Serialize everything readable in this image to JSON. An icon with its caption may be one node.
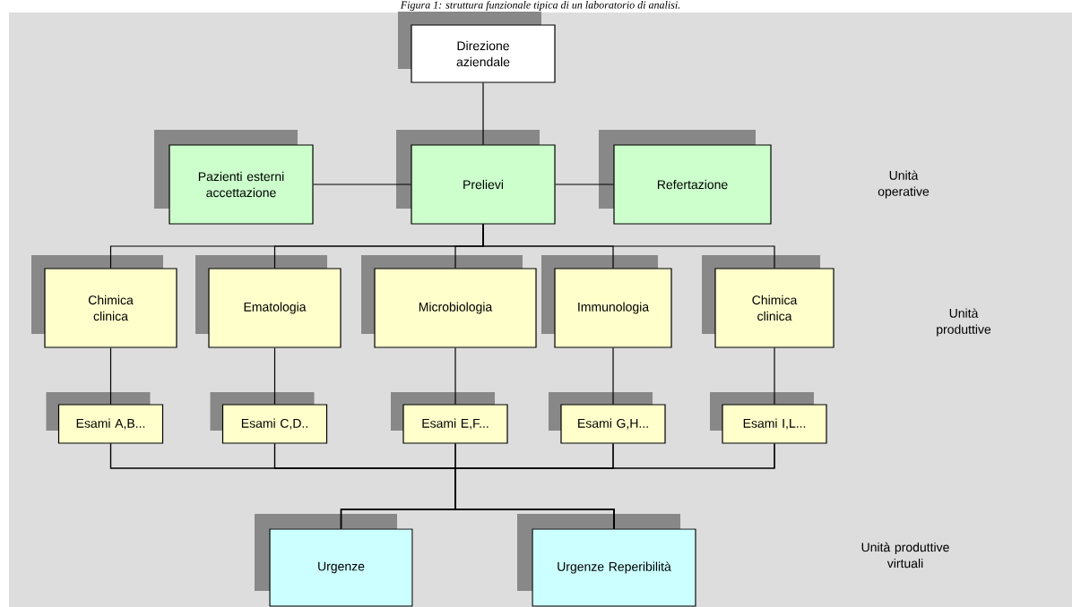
{
  "diagram": {
    "title": "Figura 1: struttura funzionale tipica di un laboratorio di analisi.",
    "nodes": [
      {
        "text": [
          "Direzione aziendale"
        ]
      },
      {
        "text": [
          "Pazienti esterni accettazione"
        ]
      },
      {
        "text": [
          "Prelievi"
        ]
      },
      {
        "text": [
          "Refertazione"
        ]
      },
      {
        "text": [
          "Chimica clinica"
        ]
      },
      {
        "text": [
          "Ematologia"
        ]
      },
      {
        "text": [
          "Microbiologia"
        ]
      },
      {
        "text": [
          "Immunologia"
        ]
      },
      {
        "text": [
          "Chimica clinica"
        ]
      },
      {
        "text": [
          "Esami A,B..."
        ]
      },
      {
        "text": [
          "Esami C,D.."
        ]
      },
      {
        "text": [
          "Esami E,F..."
        ]
      },
      {
        "text": [
          "Esami G,H..."
        ]
      },
      {
        "text": [
          "Esami I,L..."
        ]
      },
      {
        "text": [
          "Urgenze"
        ]
      },
      {
        "text": [
          "Urgenze Reperibilità"
        ]
      }
    ],
    "edges": [
      {
        "from": 0,
        "to": 2,
        "arrow": "none"
      },
      {
        "from": 2,
        "to": 1,
        "arrow": "none"
      },
      {
        "from": 2,
        "to": 3,
        "arrow": "none"
      },
      {
        "from": 2,
        "to": 4,
        "arrow": "none"
      },
      {
        "from": 2,
        "to": 5,
        "arrow": "none"
      },
      {
        "from": 2,
        "to": 6,
        "arrow": "none"
      },
      {
        "from": 2,
        "to": 7,
        "arrow": "none"
      },
      {
        "from": 2,
        "to": 8,
        "arrow": "none"
      },
      {
        "from": 4,
        "to": 9,
        "arrow": "none"
      },
      {
        "from": 5,
        "to": 10,
        "arrow": "none"
      },
      {
        "from": 6,
        "to": 11,
        "arrow": "none"
      },
      {
        "from": 7,
        "to": 12,
        "arrow": "none"
      },
      {
        "from": 8,
        "to": 13,
        "arrow": "none"
      },
      {
        "from": 9,
        "to": 14,
        "arrow": "none"
      },
      {
        "from": 9,
        "to": 15,
        "arrow": "none"
      },
      {
        "from": 10,
        "to": 14,
        "arrow": "none"
      },
      {
        "from": 10,
        "to": 15,
        "arrow": "none"
      },
      {
        "from": 11,
        "to": 14,
        "arrow": "none"
      },
      {
        "from": 11,
        "to": 15,
        "arrow": "none"
      },
      {
        "from": 12,
        "to": 14,
        "arrow": "none"
      },
      {
        "from": 12,
        "to": 15,
        "arrow": "none"
      },
      {
        "from": 13,
        "to": 14,
        "arrow": "none"
      },
      {
        "from": 13,
        "to": 15,
        "arrow": "none"
      }
    ],
    "labels": [
      "Unità operative",
      "Unità produttive",
      "Unità produttive virtuali"
    ]
  }
}
